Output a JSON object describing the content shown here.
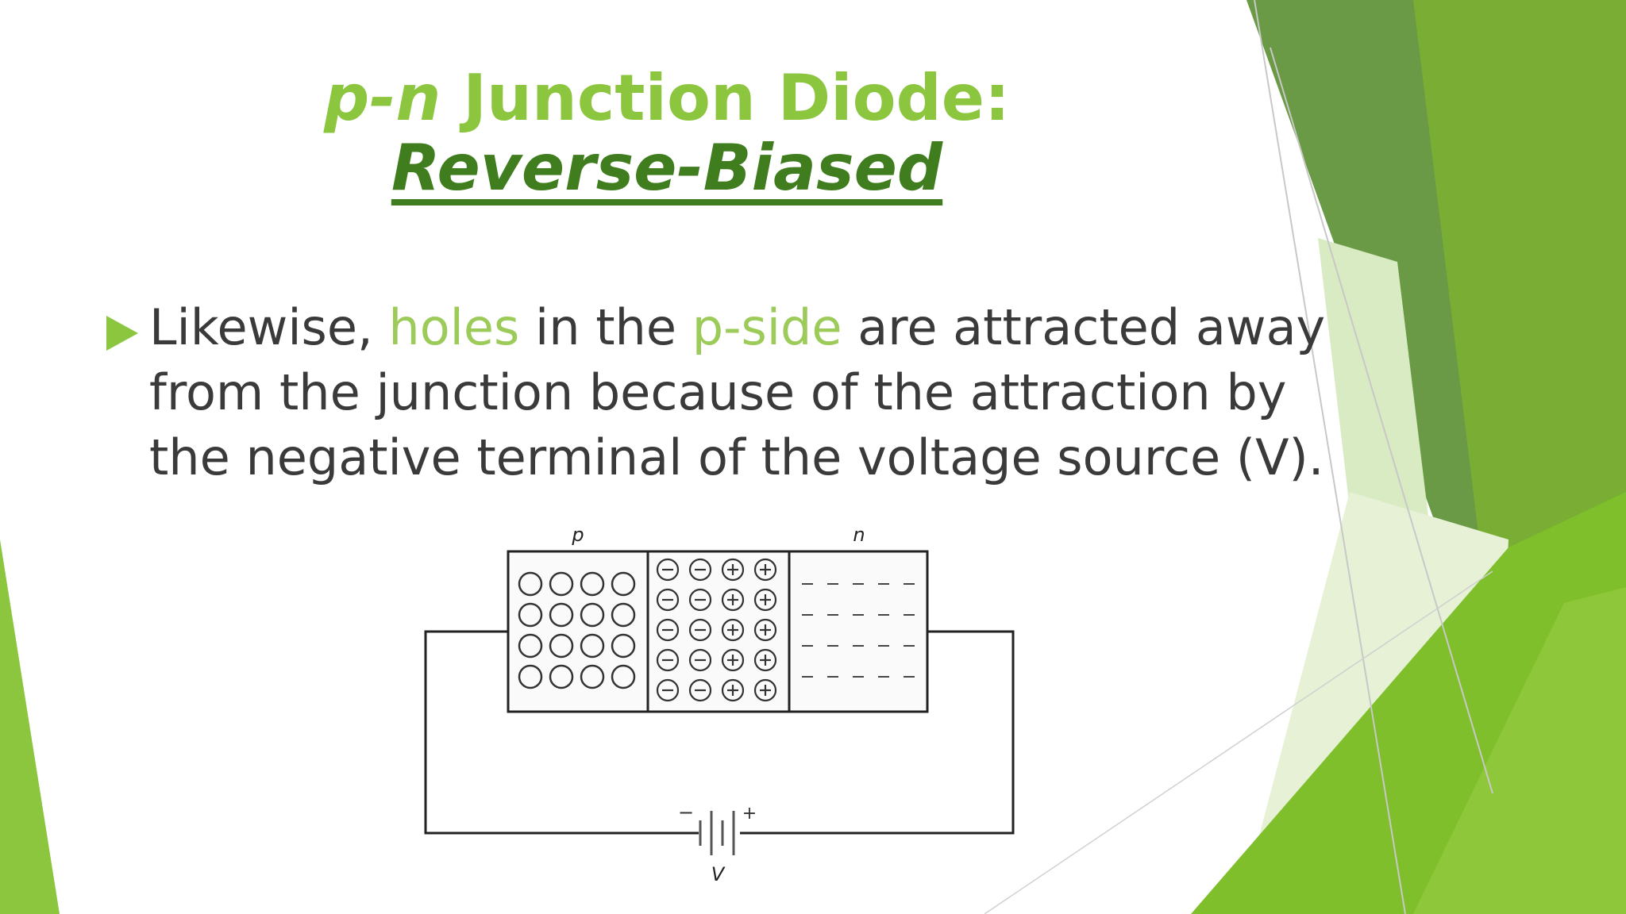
{
  "slide": {
    "title": {
      "line1_italic": "p-n",
      "line1_rest": " Junction Diode:",
      "line2": "Reverse-Biased"
    },
    "bullet": {
      "part1": "Likewise, ",
      "highlight1": "holes",
      "part2": " in the ",
      "highlight2": "p-side",
      "part3": " are attracted away from the junction because of the attraction by the negative terminal of the voltage source (V)."
    }
  },
  "diagram": {
    "label_p": "p",
    "label_n": "n",
    "label_v": "V",
    "battery_minus": "−",
    "battery_plus": "+",
    "p_region_hole_rows": 4,
    "p_region_hole_cols": 4,
    "depletion_rows": 5,
    "n_region_electron_rows": 4,
    "n_region_electron_cols": 5
  },
  "colors": {
    "title_green": "#8cc63f",
    "title_dark_green": "#3f7d1e",
    "body_text": "#3a3a3a",
    "highlight": "#9dcb5a"
  }
}
